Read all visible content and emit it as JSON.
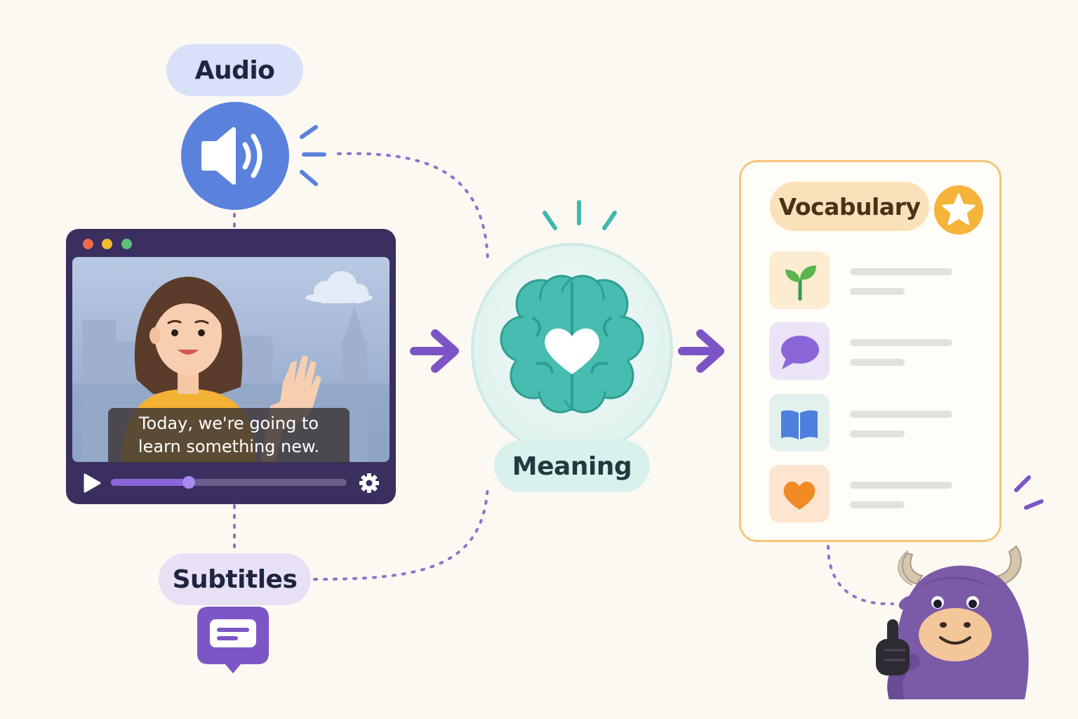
{
  "labels": {
    "audio": "Audio",
    "subtitles": "Subtitles",
    "meaning": "Meaning",
    "vocabulary": "Vocabulary"
  },
  "video": {
    "caption_line1": "Today, we're going to",
    "caption_line2": "learn something new.",
    "progress": 0.33
  },
  "vocabulary_items": [
    {
      "icon": "sprout-icon",
      "color": "#fbecd2"
    },
    {
      "icon": "speech-bubble-icon",
      "color": "#ebe4f6"
    },
    {
      "icon": "book-icon",
      "color": "#e3f1ee"
    },
    {
      "icon": "heart-icon",
      "color": "#fde5cf"
    }
  ],
  "colors": {
    "audio_blue": "#5a82dd",
    "subtitle_purple": "#7c56c4",
    "meaning_teal": "#3fb8aa",
    "vocab_orange": "#f6b43a",
    "arrow_purple": "#7d54c6",
    "dotted_line": "#8e73c8"
  }
}
